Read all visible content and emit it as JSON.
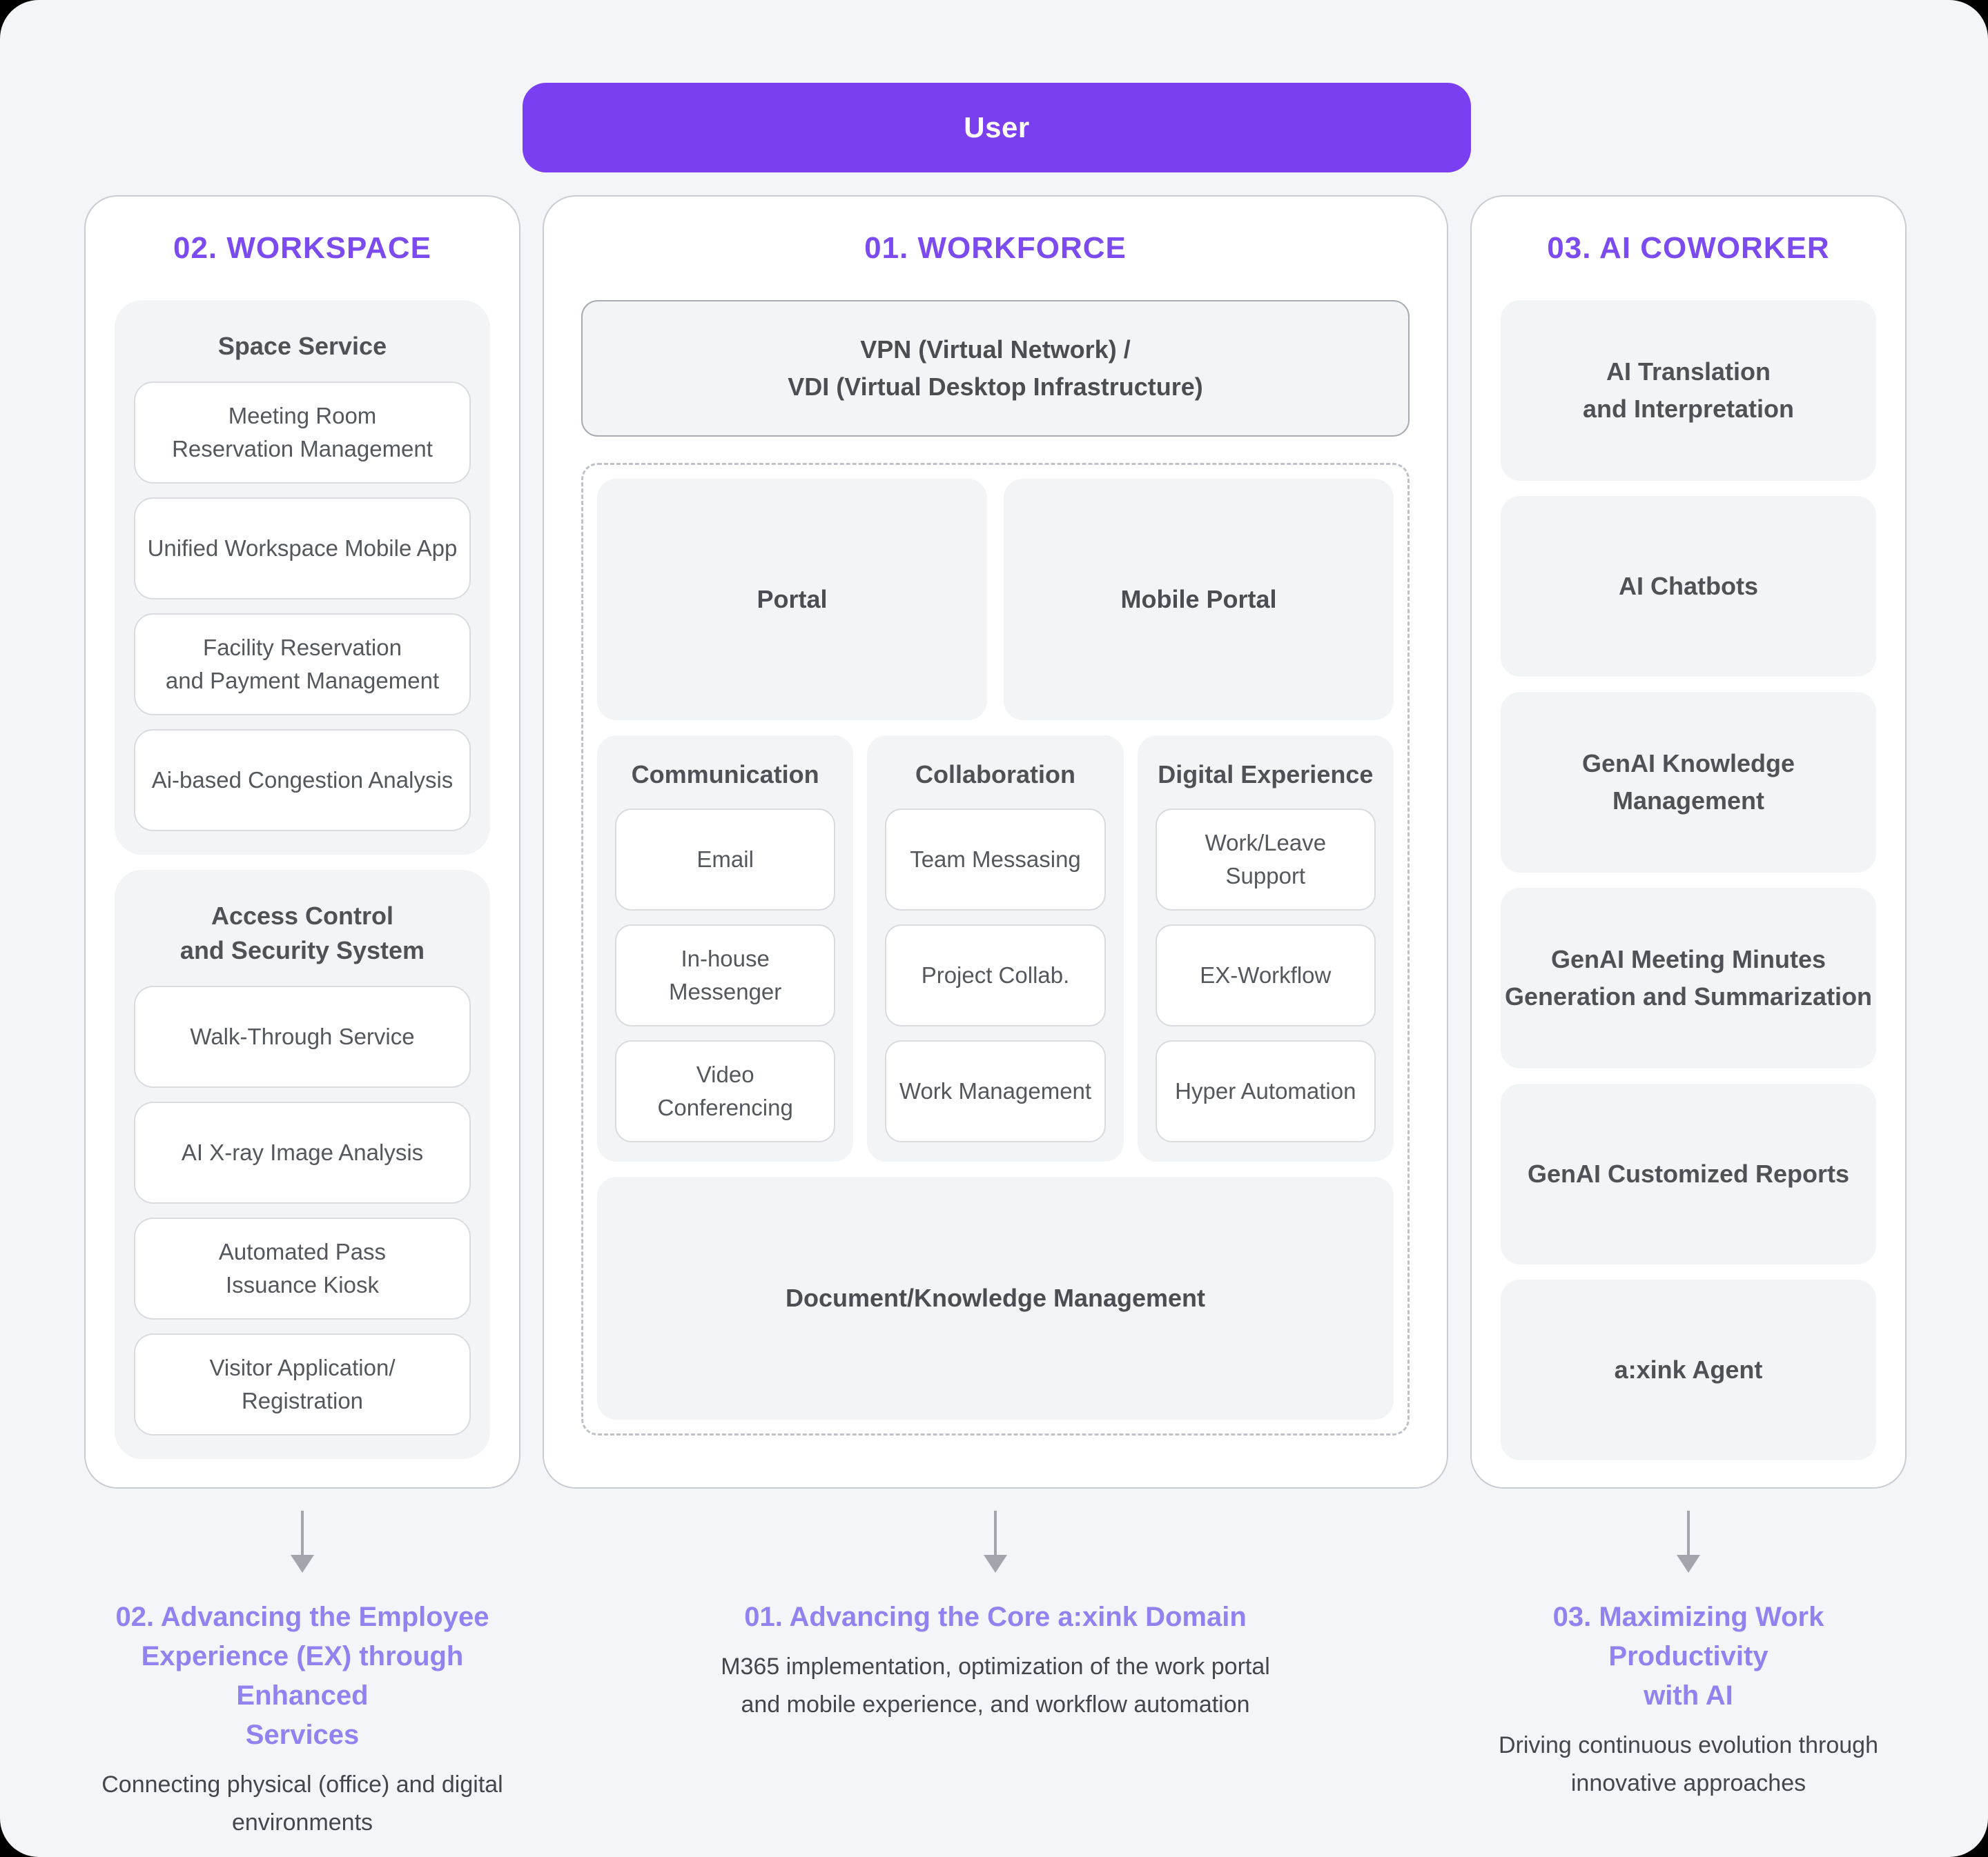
{
  "colors": {
    "canvas_background": "#f4f5f8",
    "banner_purple": "#7b3ff2",
    "header_purple": "#7c4bf0",
    "footer_title_purple": "#9083f0",
    "box_gray": "#f3f4f6",
    "arrow_gray": "#a2a5ab"
  },
  "user_banner": {
    "label": "User"
  },
  "workspace": {
    "title": "02. WORKSPACE",
    "groups": [
      {
        "title_lines": [
          "Space Service"
        ],
        "items": [
          {
            "lines": [
              "Meeting Room",
              "Reservation Management"
            ]
          },
          {
            "lines": [
              "Unified Workspace Mobile App"
            ]
          },
          {
            "lines": [
              "Facility Reservation",
              "and Payment Management"
            ]
          },
          {
            "lines": [
              "Ai-based Congestion Analysis"
            ]
          }
        ]
      },
      {
        "title_lines": [
          "Access Control",
          "and Security System"
        ],
        "items": [
          {
            "lines": [
              "Walk-Through Service"
            ]
          },
          {
            "lines": [
              "AI X-ray Image Analysis"
            ]
          },
          {
            "lines": [
              "Automated Pass",
              "Issuance Kiosk"
            ]
          },
          {
            "lines": [
              "Visitor Application/",
              "Registration"
            ]
          }
        ]
      }
    ],
    "footer": {
      "title_lines": [
        "02. Advancing the Employee",
        "Experience (EX) through Enhanced",
        "Services"
      ],
      "desc_lines": [
        "Connecting physical (office) and digital",
        "environments"
      ]
    }
  },
  "workforce": {
    "title": "01. WORKFORCE",
    "vpn_lines": [
      "VPN (Virtual Network) /",
      "VDI (Virtual Desktop Infrastructure)"
    ],
    "portal": "Portal",
    "mobile_portal": "Mobile Portal",
    "groups": [
      {
        "title": "Communication",
        "items": [
          {
            "lines": [
              "Email"
            ]
          },
          {
            "lines": [
              "In-house",
              "Messenger"
            ]
          },
          {
            "lines": [
              "Video",
              "Conferencing"
            ]
          }
        ]
      },
      {
        "title": "Collaboration",
        "items": [
          {
            "lines": [
              "Team Messasing"
            ]
          },
          {
            "lines": [
              "Project Collab."
            ]
          },
          {
            "lines": [
              "Work Management"
            ]
          }
        ]
      },
      {
        "title": "Digital Experience",
        "items": [
          {
            "lines": [
              "Work/Leave",
              "Support"
            ]
          },
          {
            "lines": [
              "EX-Workflow"
            ]
          },
          {
            "lines": [
              "Hyper Automation"
            ]
          }
        ]
      }
    ],
    "document": "Document/Knowledge Management",
    "footer": {
      "title_lines": [
        "01. Advancing the Core a:xink Domain"
      ],
      "desc_lines": [
        "M365 implementation, optimization of the work portal",
        "and mobile experience, and workflow automation"
      ]
    }
  },
  "ai_coworker": {
    "title": "03. AI COWORKER",
    "items": [
      {
        "lines": [
          "AI Translation",
          "and Interpretation"
        ]
      },
      {
        "lines": [
          "AI Chatbots"
        ]
      },
      {
        "lines": [
          "GenAI Knowledge",
          "Management"
        ]
      },
      {
        "lines": [
          "GenAI Meeting Minutes",
          "Generation and Summarization"
        ]
      },
      {
        "lines": [
          "GenAI Customized Reports"
        ]
      },
      {
        "lines": [
          "a:xink Agent"
        ]
      }
    ],
    "footer": {
      "title_lines": [
        "03. Maximizing Work Productivity",
        "with AI"
      ],
      "desc_lines": [
        "Driving continuous evolution through",
        "innovative approaches"
      ]
    }
  }
}
